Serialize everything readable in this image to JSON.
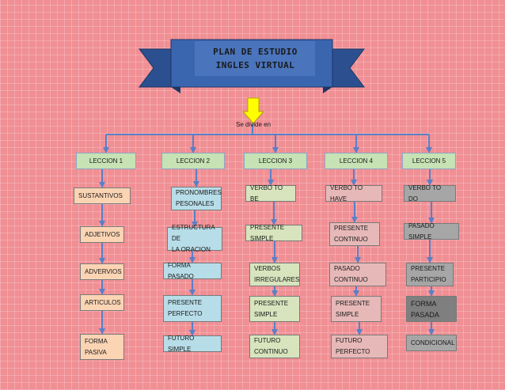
{
  "title": {
    "line1": "PLAN DE ESTUDIO",
    "line2": "INGLES  VIRTUAL"
  },
  "connector_label": "Se divide en",
  "colors": {
    "background": "#f08f94",
    "banner": "#3a66b0",
    "arrow": "#ffff00",
    "connector": "#5b7fc7"
  },
  "lessons": [
    {
      "title": "LECCION 1",
      "topics": [
        "SUSTANTIVOS",
        "ADJETIVOS",
        "ADVERVIOS",
        "ARTICULOS",
        "FORMA\nPASIVA"
      ]
    },
    {
      "title": "LECCION 2",
      "topics": [
        "PRONOMBRES\nPESONALES",
        "ESTRUCTURA DE\nLA ORACION",
        "FORMA PASADO",
        "PRESENTE\nPERFECTO",
        "FUTURO SIMPLE"
      ]
    },
    {
      "title": "LECCION 3",
      "topics": [
        "VERBO TO BE",
        "PRESENTE SIMPLE",
        "VERBOS\nIRREGULARES",
        "PRESENTE\nSIMPLE",
        "FUTURO\nCONTINUO"
      ]
    },
    {
      "title": "LECCION 4",
      "topics": [
        "VERBO TO HAVE",
        "PRESENTE\nCONTINUO",
        "PASADO\nCONTINUO",
        "PRESENTE\nSIMPLE",
        "FUTURO\nPERFECTO"
      ]
    },
    {
      "title": "LECCION 5",
      "topics": [
        "VERBO TO DO",
        "PASADO SIMPLE",
        "PRESENTE\nPARTICIPIO",
        "FORMA\nPASADA",
        "CONDICIONAL"
      ]
    }
  ]
}
